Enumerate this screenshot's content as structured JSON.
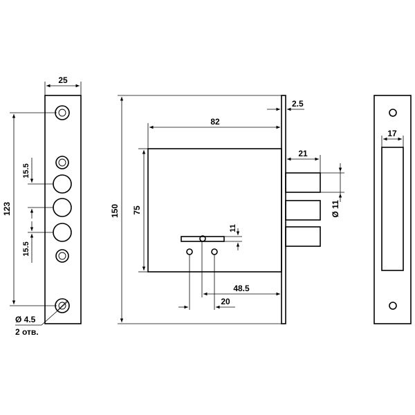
{
  "dimensions": {
    "faceplate_width": "25",
    "screw_spacing": "123",
    "hole_spacing_top": "15.5",
    "hole_spacing_bottom": "15.5",
    "mount_hole_diameter": "Ø 4.5",
    "mount_hole_count": "2 отв.",
    "case_height": "150",
    "case_width": "82",
    "inner_height": "75",
    "plate_thickness": "2.5",
    "bolt_length": "21",
    "bolt_diameter": "Ø 11",
    "keyhole_slot": "11",
    "backset": "48.5",
    "spindle_spacing": "20",
    "strike_width": "17"
  }
}
